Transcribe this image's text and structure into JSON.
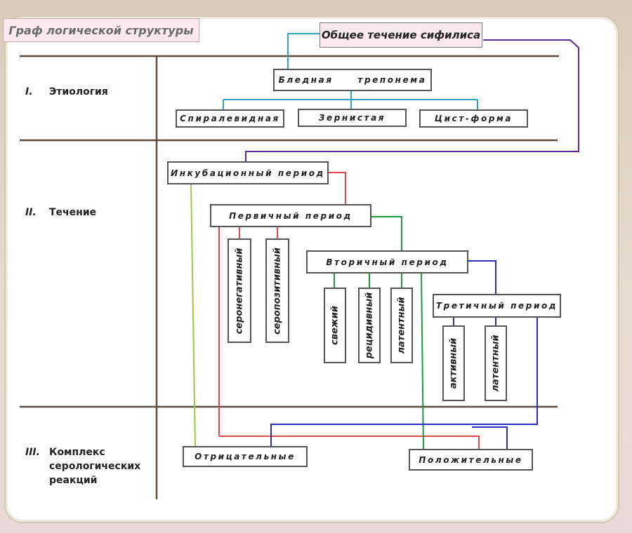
{
  "title": "Граф логической структуры",
  "root": "Общее течение сифилиса",
  "sections": [
    {
      "num": "I.",
      "label": "Этиология"
    },
    {
      "num": "II.",
      "label": "Течение"
    },
    {
      "num": "III.",
      "label": "Комплекс серологических реакций"
    }
  ],
  "etiology": {
    "agent": "Бледная трепонема",
    "forms": [
      "Спиралевидная",
      "Зернистая",
      "Цист-форма"
    ]
  },
  "course": {
    "incubation": "Инкубационный период",
    "primary": "Первичный период",
    "primary_subs": [
      "серонегативный",
      "серопозитивный"
    ],
    "secondary": "Вторичный период",
    "secondary_subs": [
      "свежий",
      "рецидивный",
      "латентный"
    ],
    "tertiary": "Третичный период",
    "tertiary_subs": [
      "активный",
      "латентный"
    ]
  },
  "serology": {
    "negative": "Отрицательные",
    "positive": "Положительные"
  }
}
